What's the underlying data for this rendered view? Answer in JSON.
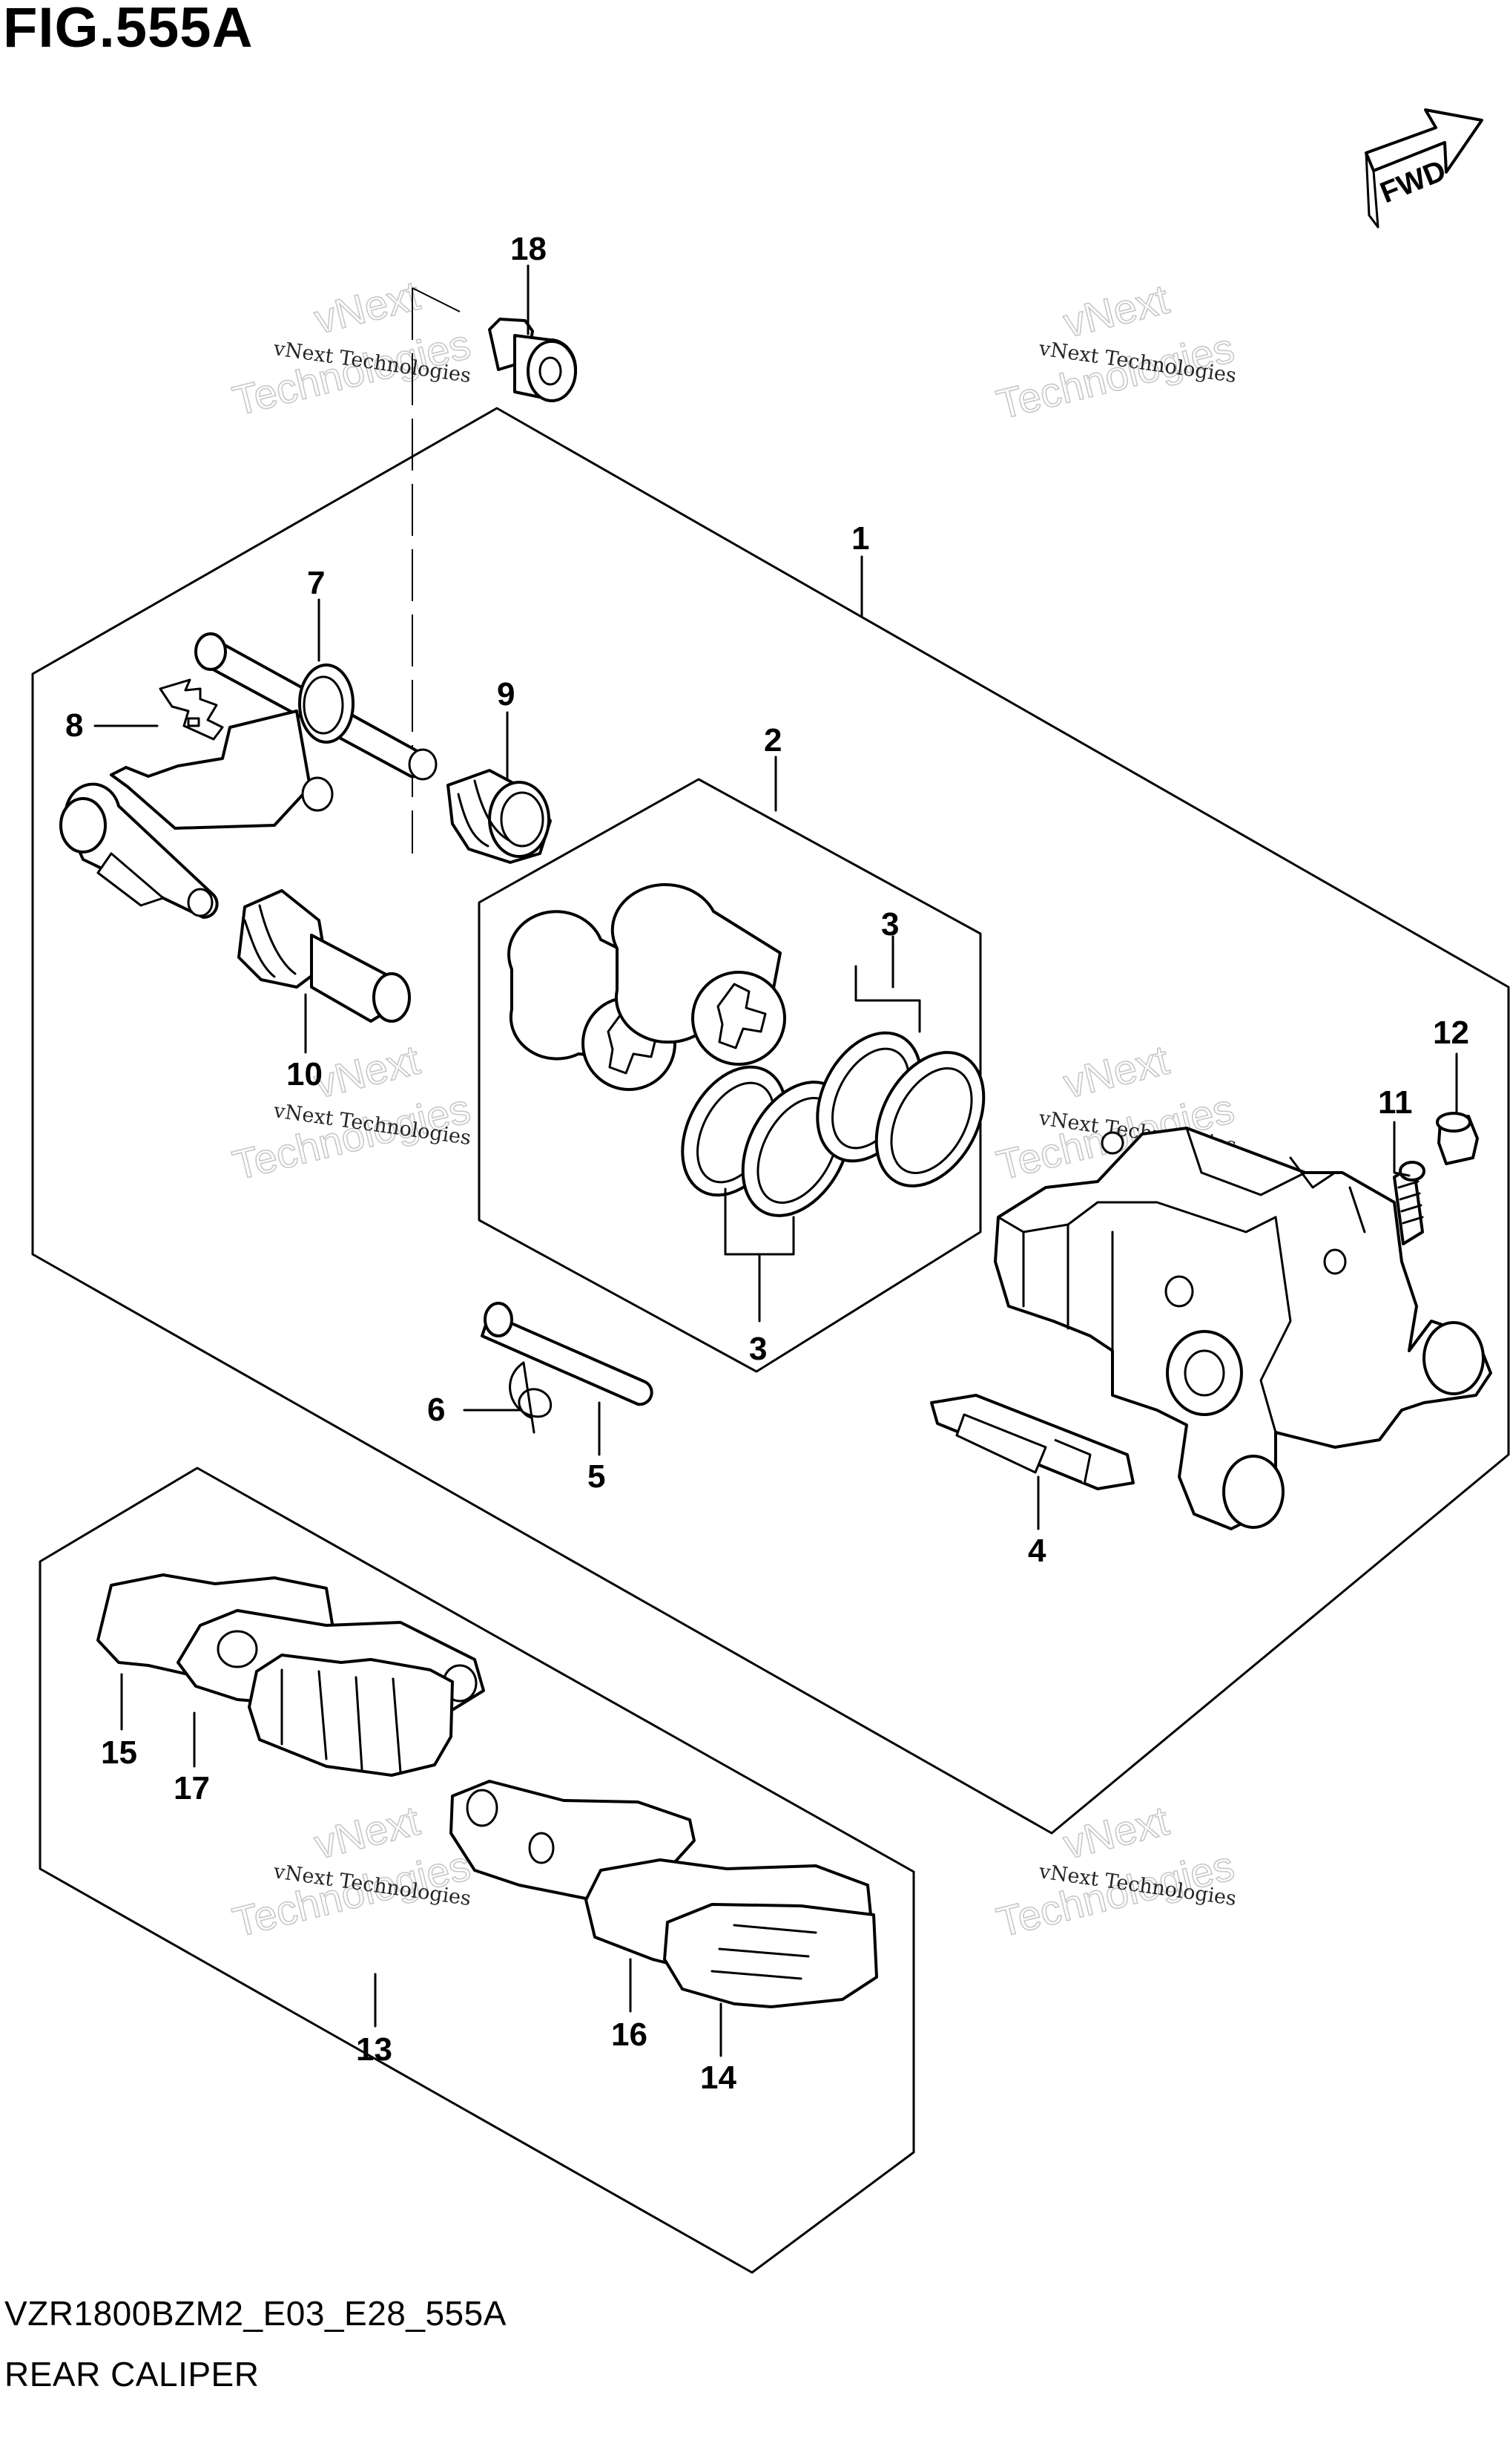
{
  "figure": {
    "title": "FIG.555A",
    "model_code": "VZR1800BZM2_E03_E28_555A",
    "name": "REAR CALIPER",
    "direction_label": "FWD"
  },
  "watermark": {
    "line1": "vNext Technologies",
    "line2": "vNext",
    "line3": "Technologies"
  },
  "callouts": [
    "18",
    "1",
    "7",
    "9",
    "8",
    "2",
    "3",
    "10",
    "12",
    "11",
    "3",
    "6",
    "5",
    "4",
    "15",
    "17",
    "13",
    "16",
    "14"
  ],
  "colors": {
    "ink": "#000000",
    "watermark": "#c8c8c8",
    "background": "#ffffff"
  }
}
